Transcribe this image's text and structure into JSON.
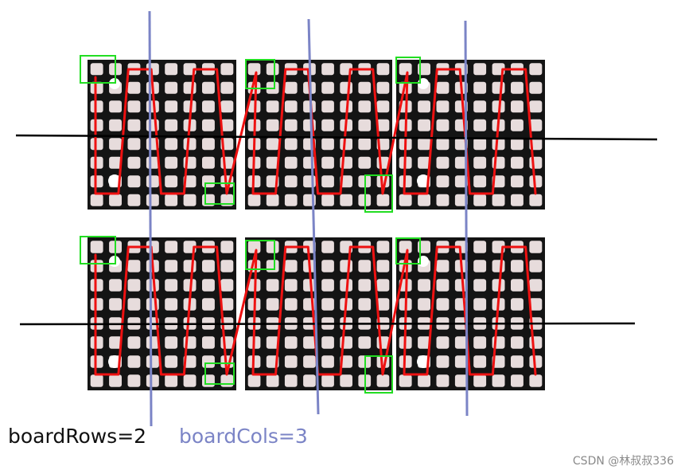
{
  "labels": {
    "board_rows": "boardRows=2",
    "board_cols": "boardCols=3",
    "watermark": "CSDN @林叔叔336"
  },
  "colors": {
    "board": "#141414",
    "led": "#e7dcdc",
    "path": "#ee1111",
    "marker": "#22dd22",
    "divider_rows": "#000000",
    "divider_cols": "#7b84c6"
  }
}
